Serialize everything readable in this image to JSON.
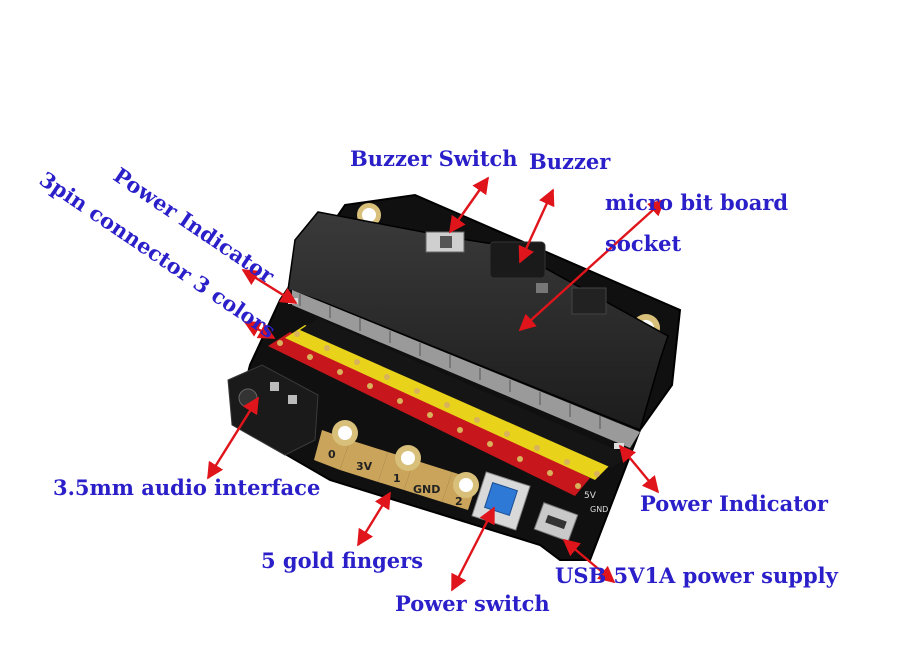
{
  "labels": {
    "buzzer_switch": "Buzzer Switch",
    "buzzer": "Buzzer",
    "microbit_socket_line1": "micro bit board",
    "microbit_socket_line2": "socket",
    "power_indicator_left": "Power Indicator",
    "pin_connector": "3pin connector 3 colors",
    "audio_interface": "3.5mm audio interface",
    "gold_fingers": "5 gold fingers",
    "power_switch": "Power switch",
    "power_indicator_right": "Power Indicator",
    "usb_supply": "USB 5V1A power supply"
  },
  "board": {
    "finger_labels": [
      "0",
      "3V",
      "1",
      "GND",
      "2"
    ],
    "edge_marks": [
      "5V",
      "GND"
    ]
  },
  "colors": {
    "label_text": "#2a1fc8",
    "arrow": "#e0141b",
    "board": "#111111",
    "socket": "#2b2b2b",
    "header_red": "#c8161d",
    "header_yellow": "#e8d21a",
    "gold": "#c9a45a",
    "switch_cap": "#2e78d6"
  }
}
